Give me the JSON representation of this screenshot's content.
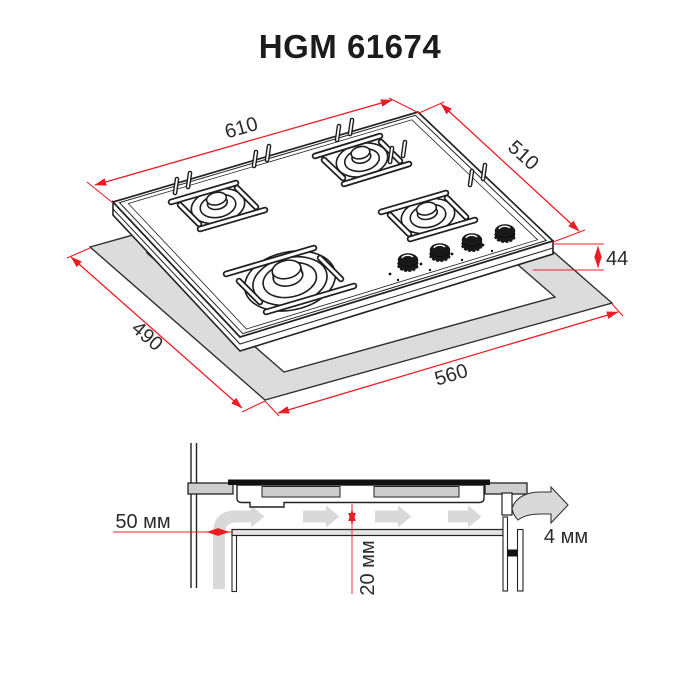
{
  "title": "HGM 61674",
  "colors": {
    "dimension_red": "#ec1c24",
    "line_dark": "#222222",
    "worktop_gray": "#dcdcdc",
    "airflow_gray": "#d9d9d9"
  },
  "top_view": {
    "description": "isometric drawing of 4-burner gas hob over worktop cutout",
    "burner_count": 4,
    "knob_count": 4,
    "dimensions": {
      "hob_width": "610",
      "hob_depth": "510",
      "hob_height": "44",
      "cutout_depth": "490",
      "cutout_width": "560"
    }
  },
  "installation_view": {
    "description": "side cross-section of built-in installation with ventilation airflow",
    "side_clearance": "50 мм",
    "under_clearance": "20 мм",
    "rear_gap": "4 мм"
  }
}
